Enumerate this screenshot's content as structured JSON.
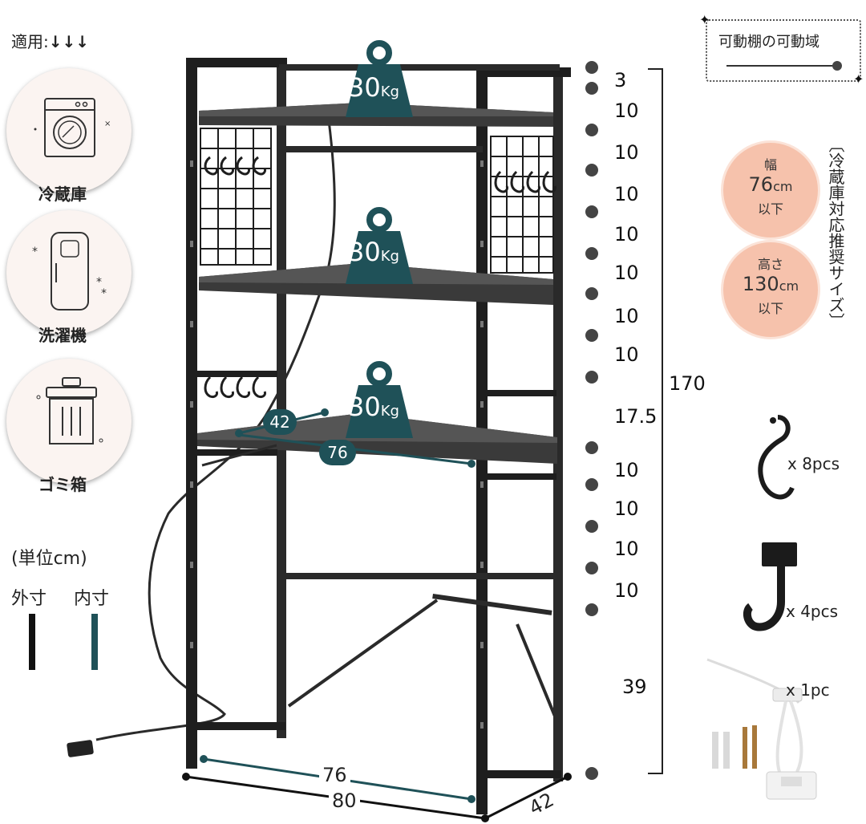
{
  "legend_top": {
    "applicable_label": "適用:",
    "arrows": "↓↓↓"
  },
  "appliances": [
    {
      "label": "冷蔵庫",
      "icon": "washing-machine-icon"
    },
    {
      "label": "洗濯機",
      "icon": "refrigerator-icon"
    },
    {
      "label": "ゴミ箱",
      "icon": "trash-can-icon"
    }
  ],
  "unit_legend": {
    "unit": "(単位cm)",
    "outer_label": "外寸",
    "inner_label": "内寸",
    "outer_color": "#111111",
    "inner_color": "#1f5158"
  },
  "movable_box": {
    "title": "可動棚の可動域"
  },
  "weights": [
    {
      "value": "30",
      "unit": "Kg"
    },
    {
      "value": "30",
      "unit": "Kg"
    },
    {
      "value": "30",
      "unit": "Kg"
    }
  ],
  "shelf_dims": {
    "depth": "42",
    "width": "76"
  },
  "bottom_dims": {
    "inner_width": "76",
    "outer_width": "80",
    "depth": "42"
  },
  "spacing": [
    "3",
    "10",
    "10",
    "10",
    "10",
    "10",
    "10",
    "10",
    "17.5",
    "10",
    "10",
    "10",
    "10",
    "39"
  ],
  "total_height": "170",
  "recommended": {
    "vertical_title": "〔冷蔵庫対応推奨サイズ〕",
    "width": {
      "label": "幅",
      "value": "76",
      "unit": "cm",
      "suffix": "以下"
    },
    "height": {
      "label": "高さ",
      "value": "130",
      "unit": "cm",
      "suffix": "以下"
    }
  },
  "accessories": [
    {
      "name": "s-hook",
      "qty": "x 8pcs"
    },
    {
      "name": "wall-hook",
      "qty": "x 4pcs"
    },
    {
      "name": "anti-tip-kit",
      "qty": "x 1pc"
    }
  ],
  "colors": {
    "teal": "#1f5158",
    "frame": "#1e1e1e",
    "pink": "#f6c2ac"
  }
}
